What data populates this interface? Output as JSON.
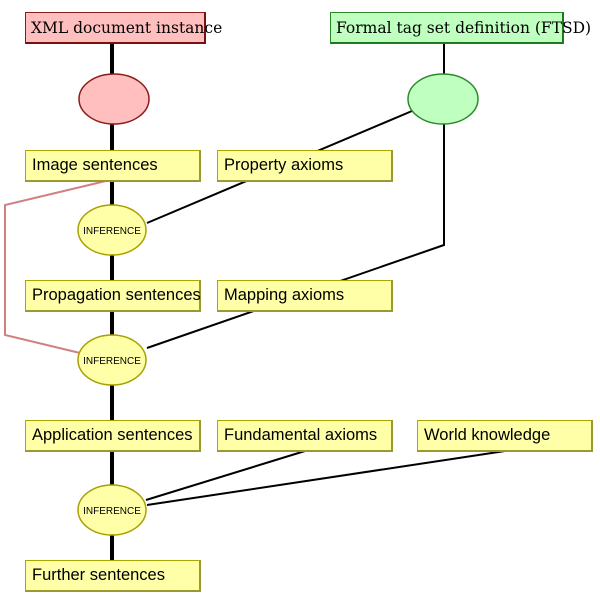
{
  "diagram": {
    "sources": {
      "xml_instance": "XML document instance",
      "ftsd": "Formal tag set definition (FTSD)"
    },
    "sentences": {
      "image": "Image sentences",
      "propagation": "Propagation sentences",
      "application": "Application sentences",
      "further": "Further sentences"
    },
    "axioms": {
      "property": "Property axioms",
      "mapping": "Mapping axioms",
      "fundamental": "Fundamental axioms",
      "world_knowledge": "World knowledge"
    },
    "inference_label": "INFERENCE",
    "colors": {
      "source_red_fill": "#ffbfbf",
      "source_red_border": "#8b1a1a",
      "source_green_fill": "#bfffbf",
      "source_green_border": "#2a8a2a",
      "node_yellow_fill": "#ffffa8",
      "node_yellow_border": "#a8a800",
      "feedback_line": "#d08080"
    },
    "edges": [
      {
        "from": "XML document instance",
        "to": "red-ellipse"
      },
      {
        "from": "red-ellipse",
        "to": "Image sentences"
      },
      {
        "from": "Formal tag set definition (FTSD)",
        "to": "green-ellipse"
      },
      {
        "from": "green-ellipse",
        "to": "Property axioms"
      },
      {
        "from": "green-ellipse",
        "to": "Mapping axioms"
      },
      {
        "from": "Image sentences",
        "to": "inference-1"
      },
      {
        "from": "Property axioms",
        "to": "inference-1"
      },
      {
        "from": "inference-1",
        "to": "Propagation sentences"
      },
      {
        "from": "Propagation sentences",
        "to": "inference-2"
      },
      {
        "from": "Mapping axioms",
        "to": "inference-2"
      },
      {
        "from": "Image sentences",
        "to": "inference-2",
        "style": "feedback"
      },
      {
        "from": "inference-2",
        "to": "Application sentences"
      },
      {
        "from": "Application sentences",
        "to": "inference-3"
      },
      {
        "from": "Fundamental axioms",
        "to": "inference-3"
      },
      {
        "from": "World knowledge",
        "to": "inference-3"
      },
      {
        "from": "inference-3",
        "to": "Further sentences"
      }
    ]
  }
}
